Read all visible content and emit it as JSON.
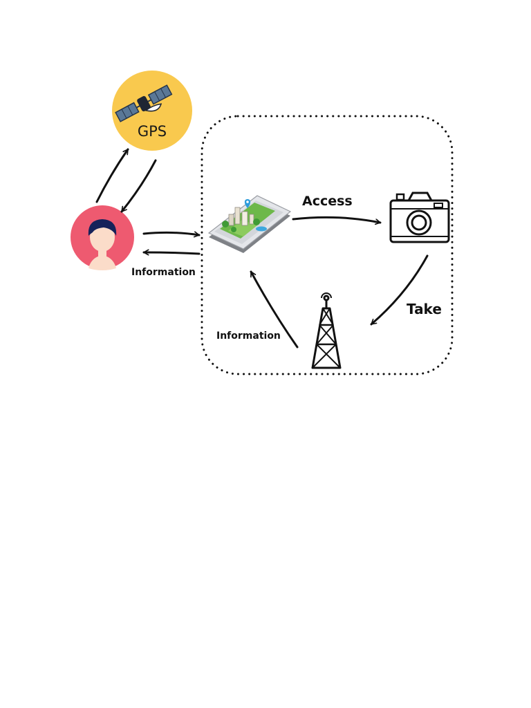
{
  "nodes": {
    "gps": {
      "label": "GPS",
      "icon": "satellite-icon",
      "fill": "#F9C94E"
    },
    "user": {
      "icon": "user-avatar-icon",
      "fill": "#EE5A70",
      "hair": "#16225A",
      "skin": "#FBDCC9"
    },
    "phone": {
      "icon": "smartphone-map-icon"
    },
    "camera": {
      "icon": "camera-icon"
    },
    "tower": {
      "icon": "cell-tower-icon"
    }
  },
  "edges": {
    "phone_to_camera": "Access",
    "camera_to_tower": "Take",
    "tower_to_phone": "Information",
    "phone_to_user": "Information"
  },
  "colors": {
    "ink": "#111111",
    "map_pin": "#2E9CDB"
  }
}
